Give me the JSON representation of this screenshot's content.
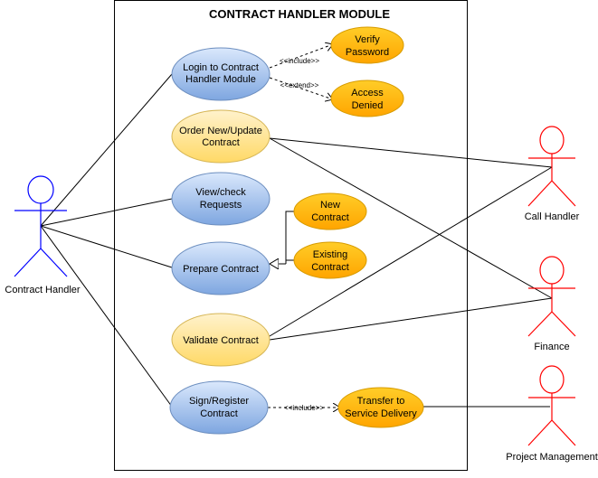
{
  "system": {
    "title": "CONTRACT HANDLER MODULE"
  },
  "actors": [
    {
      "id": "contract-handler",
      "label": "Contract Handler",
      "color": "#0000ff"
    },
    {
      "id": "call-handler",
      "label": "Call Handler",
      "color": "#ff0000"
    },
    {
      "id": "finance",
      "label": "Finance",
      "color": "#ff0000"
    },
    {
      "id": "project-management",
      "label": "Project Management",
      "color": "#ff0000"
    }
  ],
  "use_cases": [
    {
      "id": "login",
      "lines": [
        "Login to Contract",
        "Handler Module"
      ],
      "style": "blue"
    },
    {
      "id": "order",
      "lines": [
        "Order New/Update",
        "Contract"
      ],
      "style": "yellow"
    },
    {
      "id": "view",
      "lines": [
        "View/check",
        "Requests"
      ],
      "style": "blue"
    },
    {
      "id": "prepare",
      "lines": [
        "Prepare Contract"
      ],
      "style": "blue"
    },
    {
      "id": "validate",
      "lines": [
        "Validate Contract"
      ],
      "style": "yellow"
    },
    {
      "id": "sign",
      "lines": [
        "Sign/Register",
        "Contract"
      ],
      "style": "blue"
    },
    {
      "id": "verify",
      "lines": [
        "Verify",
        "Password"
      ],
      "style": "orange"
    },
    {
      "id": "denied",
      "lines": [
        "Access",
        "Denied"
      ],
      "style": "orange"
    },
    {
      "id": "new",
      "lines": [
        "New",
        "Contract"
      ],
      "style": "orange"
    },
    {
      "id": "existing",
      "lines": [
        "Existing",
        "Contract"
      ],
      "style": "orange"
    },
    {
      "id": "transfer",
      "lines": [
        "Transfer to",
        "Service Delivery"
      ],
      "style": "orange"
    }
  ],
  "relations": {
    "include_label": "<<include>>",
    "extend_label": "<<extend>>"
  },
  "colors": {
    "blue_fill_top": "#dae8fc",
    "blue_fill_bottom": "#7ea6e0",
    "blue_stroke": "#6c8ebf",
    "yellow_fill_top": "#fff2cc",
    "yellow_fill_bottom": "#ffd966",
    "yellow_stroke": "#d6b656",
    "orange_fill_top": "#ffcd28",
    "orange_fill_bottom": "#ffa500",
    "orange_stroke": "#d79b00"
  }
}
